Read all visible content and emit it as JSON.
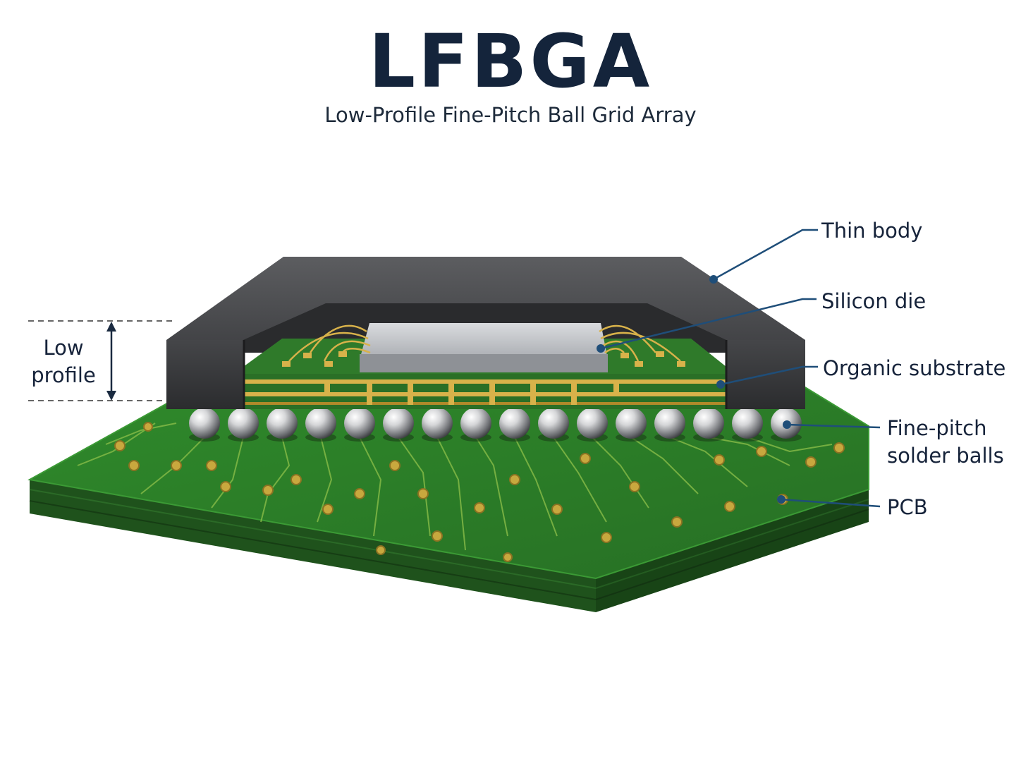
{
  "title": "LFBGA",
  "subtitle": "Low-Profile Fine-Pitch Ball Grid Array",
  "labels": {
    "thin_body": "Thin body",
    "silicon_die": "Silicon die",
    "organic_substrate": "Organic substrate",
    "solder_balls_line1": "Fine-pitch",
    "solder_balls_line2": "solder balls",
    "pcb": "PCB",
    "low_profile_line1": "Low",
    "low_profile_line2": "profile"
  },
  "colors": {
    "title": "#14243b",
    "leader_line": "#1f4e79",
    "pcb_green": "#2f7d2a",
    "pcb_edge": "#1e4f1b",
    "mold_body": "#3c3c3e",
    "die": "#c9ccd0",
    "trace_gold": "#d8b24a",
    "solder_ball": "#d9d9d9"
  }
}
